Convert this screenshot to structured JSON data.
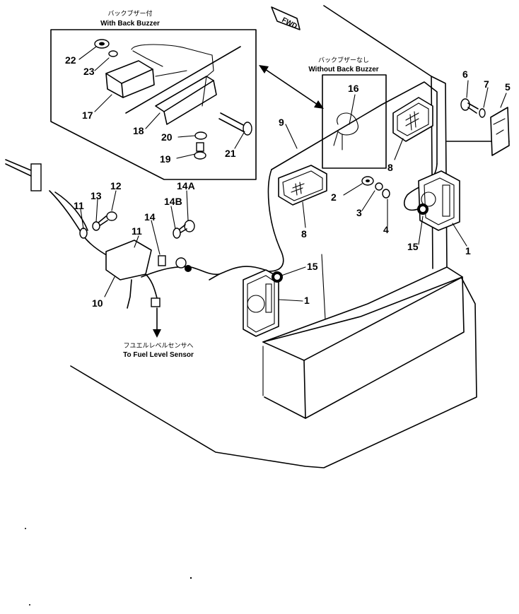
{
  "captions": {
    "with_buzzer_jp": "バックブザー付",
    "with_buzzer_en": "With Back Buzzer",
    "without_buzzer_jp": "バックブザーなし",
    "without_buzzer_en": "Without Back Buzzer",
    "fuel_sensor_jp": "フユエルレベルセンサへ",
    "fuel_sensor_en": "To Fuel Level Sensor",
    "fwd_mark": "FWD"
  },
  "callouts": {
    "c1a": "1",
    "c1b": "1",
    "c2": "2",
    "c3": "3",
    "c4": "4",
    "c5": "5",
    "c6": "6",
    "c7": "7",
    "c8a": "8",
    "c8b": "8",
    "c9": "9",
    "c10": "10",
    "c11a": "11",
    "c11b": "11",
    "c12": "12",
    "c13": "13",
    "c14": "14",
    "c14a": "14A",
    "c14b": "14B",
    "c15a": "15",
    "c15b": "15",
    "c16": "16",
    "c17": "17",
    "c18": "18",
    "c19": "19",
    "c20": "20",
    "c21": "21",
    "c22": "22",
    "c23": "23"
  }
}
